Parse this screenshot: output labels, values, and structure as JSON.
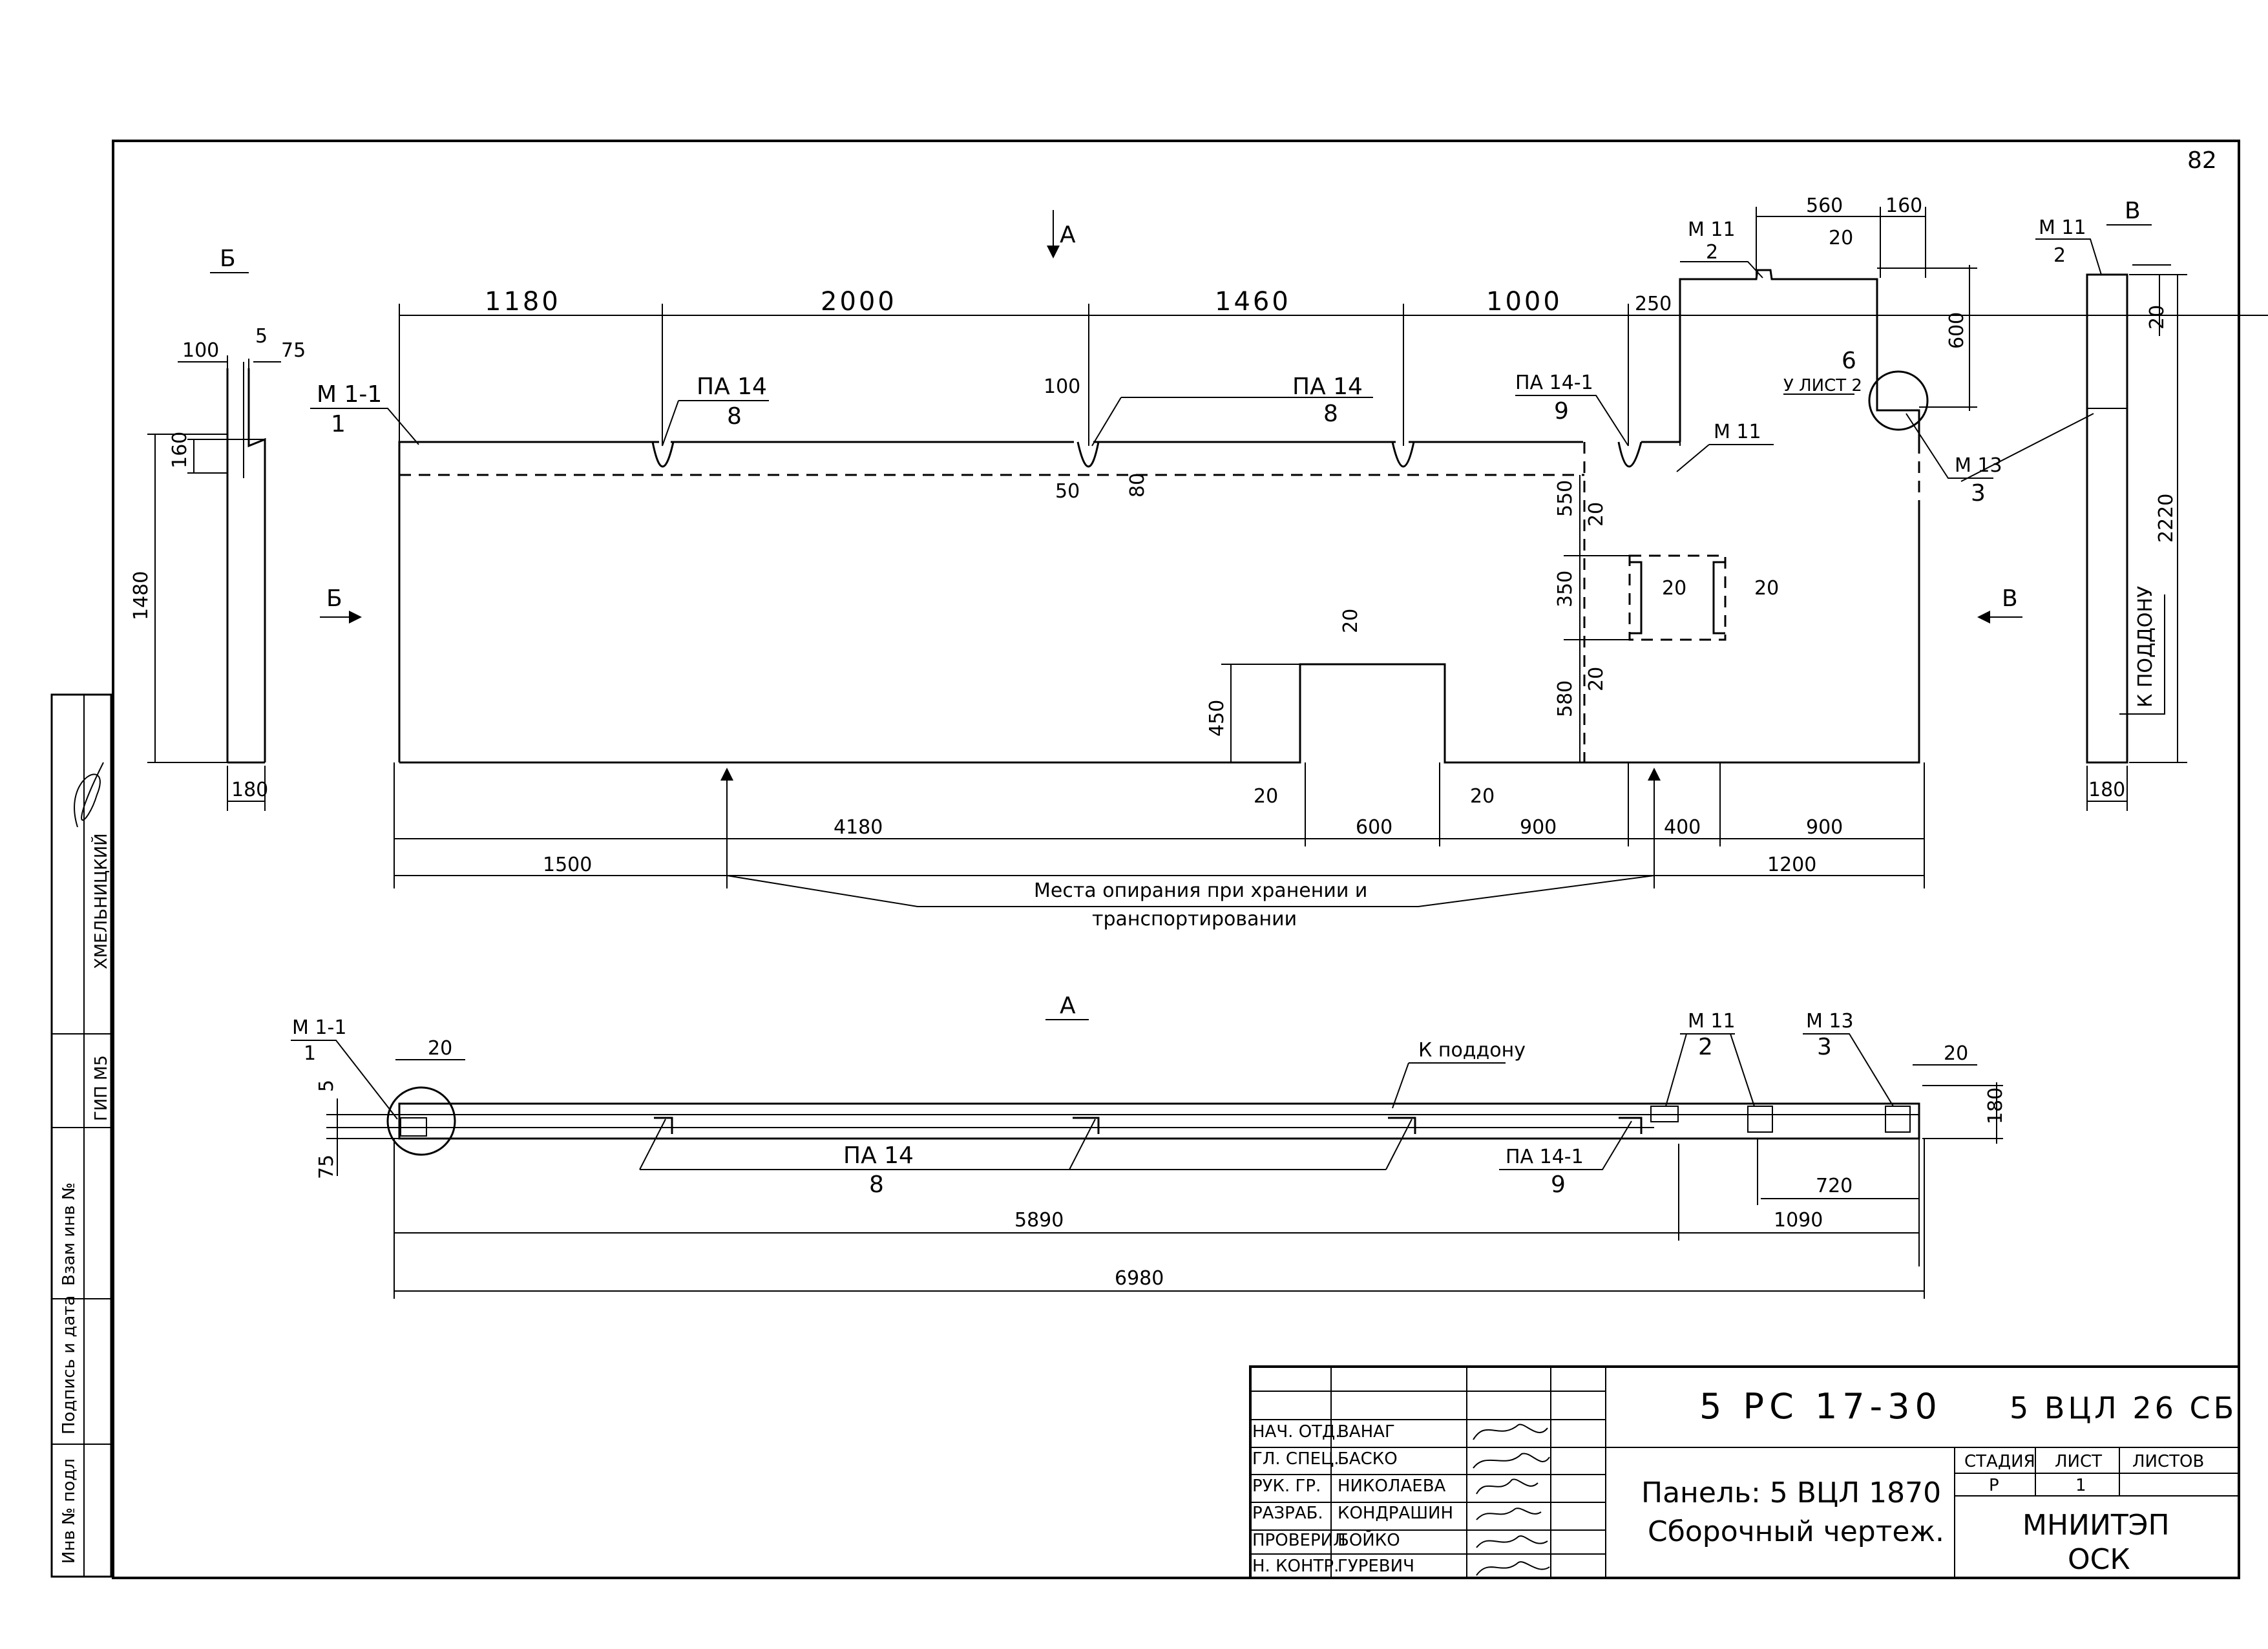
{
  "sheet": {
    "number": "82"
  },
  "views": {
    "section_b_top": "Б",
    "section_b_arrow": "Б",
    "section_v_top": "В",
    "section_v_arrow": "В",
    "view_a_arrow": "А",
    "view_a_title": "А"
  },
  "marks": {
    "m1_1": "М 1-1",
    "m1_1_pos": "1",
    "pa14_a": "ПА 14",
    "pa14_a_pos": "8",
    "pa14_b": "ПА 14",
    "pa14_b_pos": "8",
    "pa14_1": "ПА 14-1",
    "pa14_1_pos": "9",
    "m11_top": "М 11",
    "m11_top_pos": "2",
    "m11_mid": "М 11",
    "m13": "М 13",
    "m13_pos": "3",
    "detail_6": "6",
    "detail_6_ref": "У ЛИСТ 2",
    "m11_right": "М 11",
    "m11_right_pos": "2",
    "k_poddonu_vert": "К ПОДДОНУ",
    "bottom_m1_1": "М 1-1",
    "bottom_m1_1_pos": "1",
    "bottom_m11": "М 11",
    "bottom_m11_pos": "2",
    "bottom_m13": "М 13",
    "bottom_m13_pos": "3",
    "bottom_k_poddonu": "К поддону",
    "bottom_pa14": "ПА 14",
    "bottom_pa14_pos": "8",
    "bottom_pa14_1": "ПА 14-1",
    "bottom_pa14_1_pos": "9",
    "support_note_1": "Места опирания при хранении и",
    "support_note_2": "транспортировании"
  },
  "dims": {
    "d1180": "1180",
    "d2000": "2000",
    "d1460": "1460",
    "d1000": "1000",
    "d250": "250",
    "d560": "560",
    "d160_top": "160",
    "d20_top": "20",
    "d600_v": "600",
    "d100_mid": "100",
    "d50": "50",
    "d80": "80",
    "d550": "550",
    "d20_a": "20",
    "d350": "350",
    "d20_b": "20",
    "d580": "580",
    "d20_win_l": "20",
    "d20_win_r": "20",
    "d20_door": "20",
    "d450": "450",
    "d20_door_l": "20",
    "d20_door_r": "20",
    "d4180": "4180",
    "d600": "600",
    "d900": "900",
    "d400": "400",
    "d900_r": "900",
    "d1500": "1500",
    "d1200": "1200",
    "b_100": "100",
    "b_5": "5",
    "b_75": "75",
    "b_160": "160",
    "b_1480": "1480",
    "b_180": "180",
    "v_20": "20",
    "v_2220": "2220",
    "v_180": "180",
    "a_20_l": "20",
    "a_5": "5",
    "a_75": "75",
    "a_20_r": "20",
    "a_180": "180",
    "a_720": "720",
    "a_5890": "5890",
    "a_1090": "1090",
    "a_6980": "6980"
  },
  "stamp": {
    "side": [
      "Инв № подл",
      "Подпись и дата",
      "Взам инв №",
      "ГИП М5",
      "ХМЕЛЬНИЦКИЙ"
    ],
    "rows": [
      {
        "role": "НАЧ. ОТД.",
        "name": "ВАНАГ"
      },
      {
        "role": "ГЛ. СПЕЦ.",
        "name": "БАСКО"
      },
      {
        "role": "РУК. ГР.",
        "name": "НИКОЛАЕВА"
      },
      {
        "role": "РАЗРАБ.",
        "name": "КОНДРАШИН"
      },
      {
        "role": "ПРОВЕРИЛ",
        "name": "БОЙКО"
      },
      {
        "role": "Н. КОНТР.",
        "name": "ГУРЕВИЧ"
      }
    ],
    "code_left": "5 РС 17-30",
    "code_right": "5 ВЦЛ 26 СБ",
    "title_1": "Панель: 5 ВЦЛ 1870",
    "title_2": "Сборочный чертеж.",
    "stage_h": "СТАДИЯ",
    "sheet_h": "ЛИСТ",
    "sheets_h": "ЛИСТОВ",
    "stage_v": "Р",
    "sheet_v": "1",
    "org_1": "МНИИТЭП",
    "org_2": "ОСК"
  }
}
